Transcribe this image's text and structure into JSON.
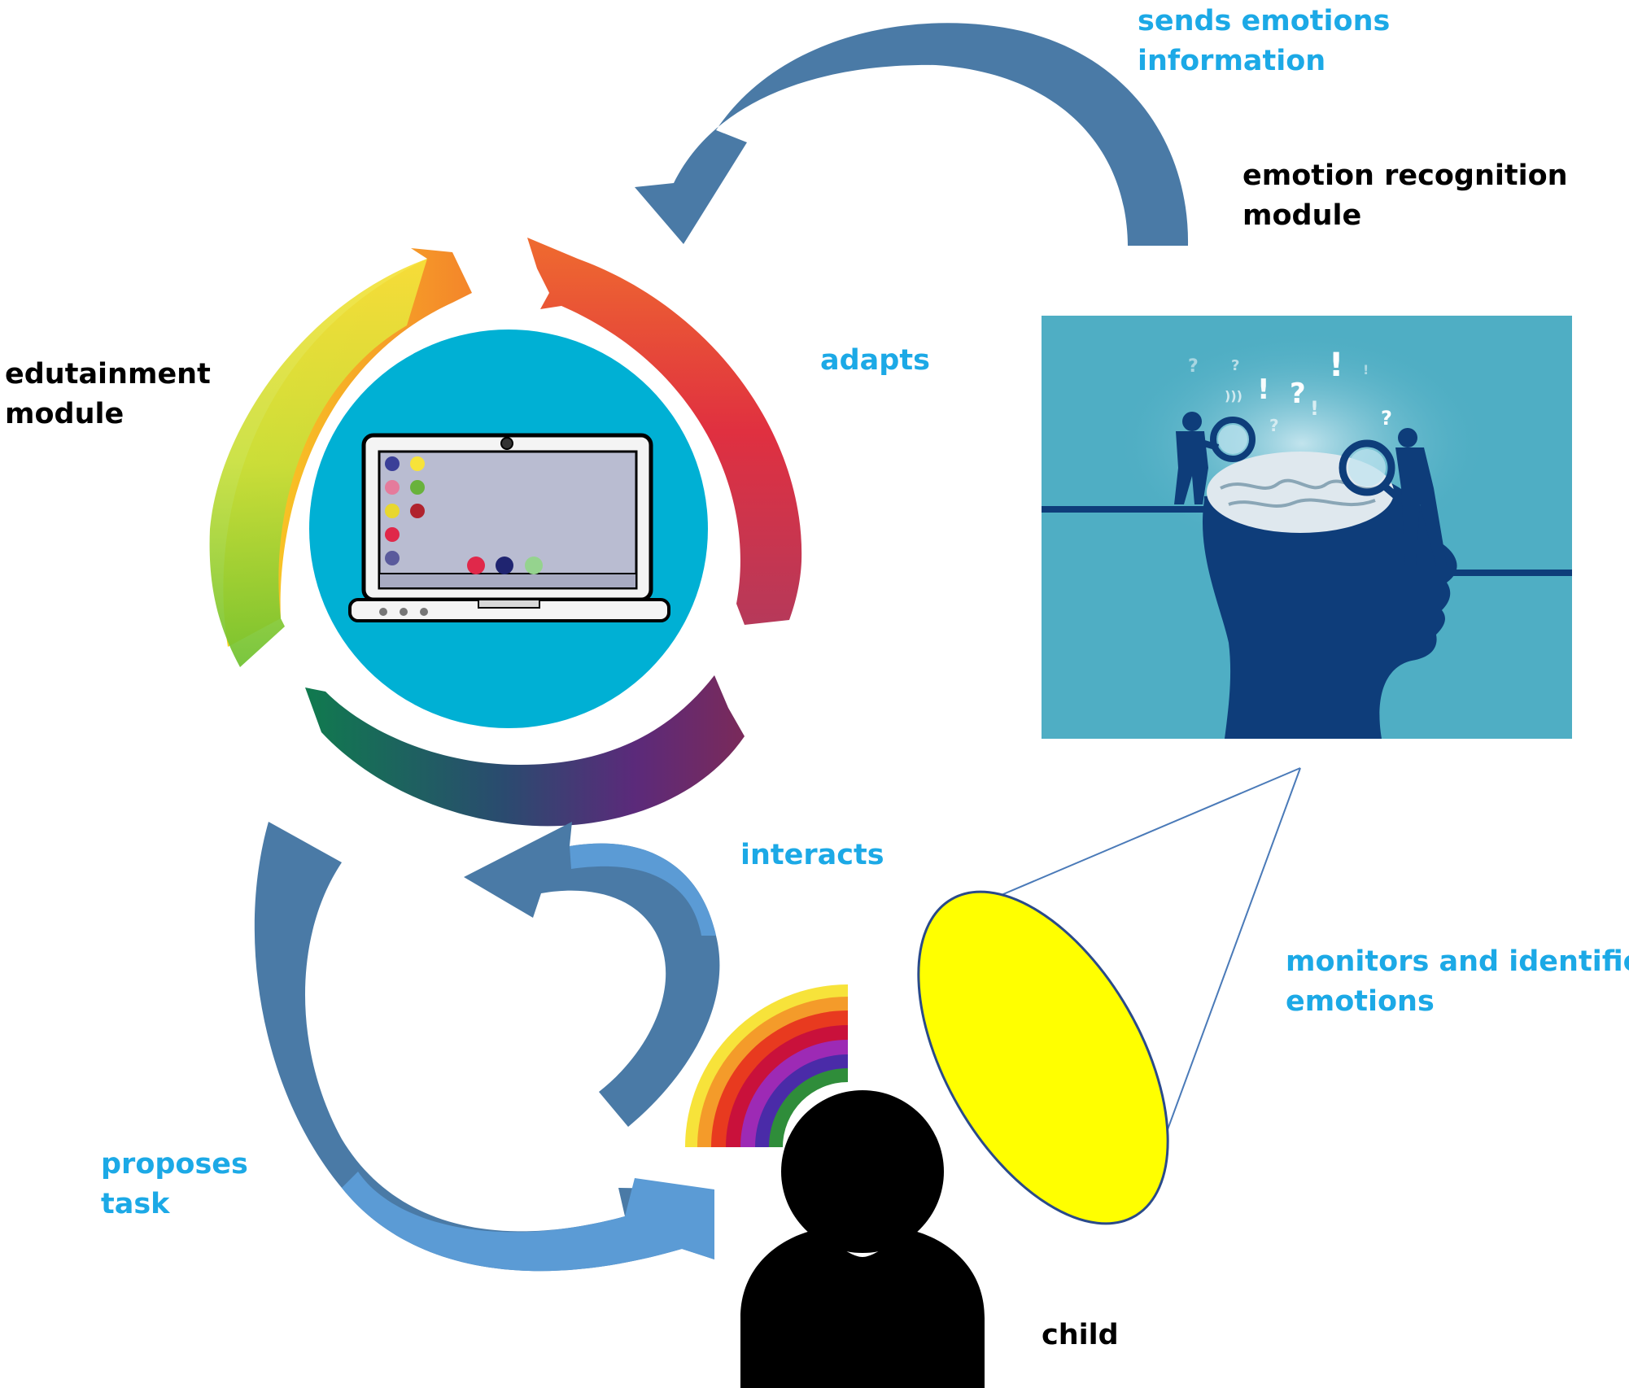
{
  "labels": {
    "sends_emotions": [
      "sends emotions",
      "information"
    ],
    "emotion_module": [
      "emotion recognition",
      "module"
    ],
    "edutainment_module": [
      "edutainment",
      "module"
    ],
    "adapts": "adapts",
    "interacts": "interacts",
    "monitors": [
      "monitors and identifies",
      "emotions"
    ],
    "proposes": [
      "proposes",
      "task"
    ],
    "child": "child"
  },
  "icons": {
    "laptop": "laptop-icon",
    "brain_scene": "brain-investigation-illustration",
    "child": "person-silhouette-icon",
    "rainbow": "rainbow-icon",
    "lens": "yellow-lens-icon"
  },
  "colors": {
    "label_blue": "#1ca9e6",
    "label_black": "#000000",
    "arrow_dark": "#4a7aa6",
    "arrow_light": "#5b9bd5",
    "laptop_circle": "#00b0d4",
    "brain_panel": "#4faec4",
    "head_navy": "#0e3d7a",
    "lens_yellow": "#ffff00"
  }
}
